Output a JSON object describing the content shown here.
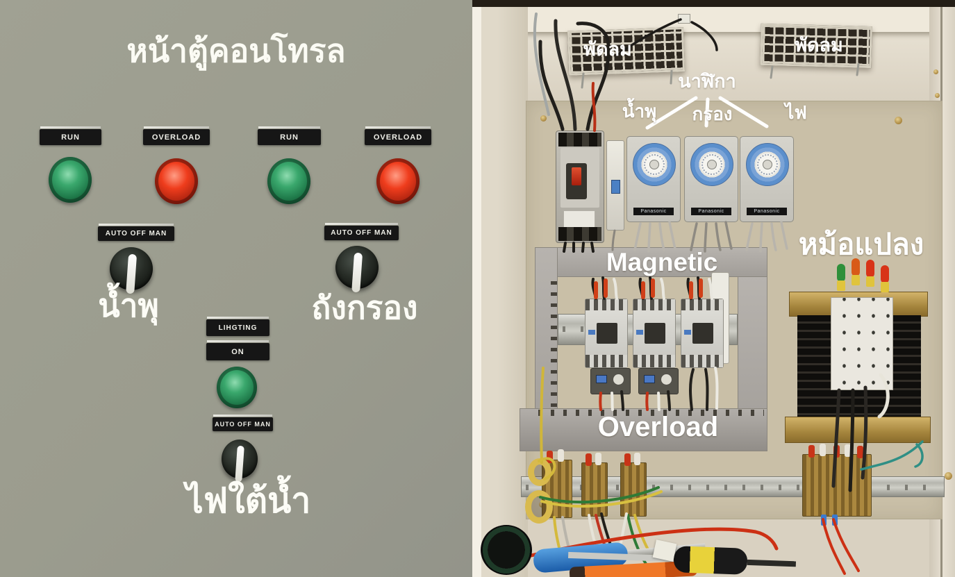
{
  "figure": {
    "description": "Fountain control cabinet: front panel (left) and internal wiring (right)"
  },
  "left_panel": {
    "title": "หน้าตู้คอนโทรล",
    "indicators": [
      {
        "label": "RUN",
        "light": "green"
      },
      {
        "label": "OVERLOAD",
        "light": "red"
      },
      {
        "label": "RUN",
        "light": "green"
      },
      {
        "label": "OVERLOAD",
        "light": "red"
      }
    ],
    "selector_1": {
      "plate": "AUTO OFF MAN",
      "caption": "น้ำพุ"
    },
    "selector_2": {
      "plate": "AUTO OFF MAN",
      "caption": "ถังกรอง"
    },
    "lighting": {
      "plate_lighting": "LIHGTING",
      "plate_on": "ON",
      "plate_selector": "AUTO OFF MAN",
      "caption": "ไฟใต้น้ำ"
    }
  },
  "photo": {
    "fan_label_left": "พัดลม",
    "fan_label_right": "พัดลม",
    "clock_label": "นาฬิกา",
    "branch_fountain": "น้ำพุ",
    "branch_filter": "กรอง",
    "branch_light": "ไฟ",
    "magnetic_label": "Magnetic",
    "overload_label": "Overload",
    "transformer_label": "หม้อแปลง",
    "timer_brand": "Panasonic"
  },
  "colors": {
    "panel_bg": "#9b9c8e",
    "plate_bg": "#161616",
    "green_light": "#3aa86d",
    "red_light": "#ef3d1d",
    "photo_wall": "#d9d1c1",
    "mounting_plate": "#c9bfa7",
    "duct_gray": "#a7a39e",
    "timer_blue": "#5b8fcc",
    "brass": "#ab883f"
  }
}
